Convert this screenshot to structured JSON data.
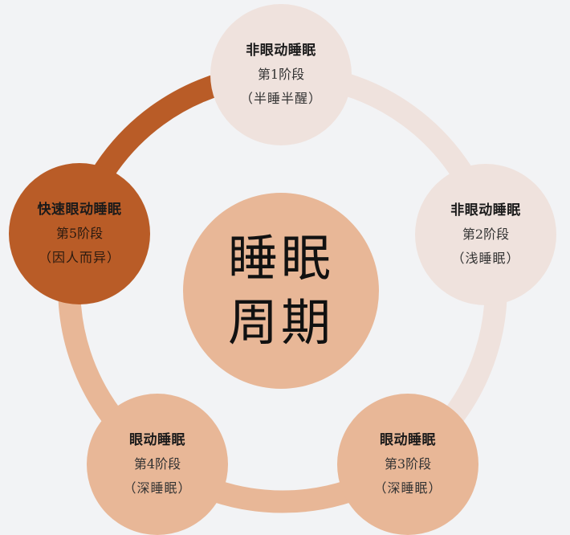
{
  "title": {
    "line1": "睡眠",
    "line2": "周期"
  },
  "colors": {
    "background": "#f2f3f5",
    "light": "#efe2dd",
    "peach": "#e8b797",
    "rust": "#b95c27"
  },
  "stages": [
    {
      "type": "非眼动睡眠",
      "stage": "第1阶段",
      "desc": "（半睡半醒）",
      "color": "#efe2dd"
    },
    {
      "type": "非眼动睡眠",
      "stage": "第2阶段",
      "desc": "（浅睡眠）",
      "color": "#efe2dd"
    },
    {
      "type": "眼动睡眠",
      "stage": "第3阶段",
      "desc": "（深睡眠）",
      "color": "#e8b797"
    },
    {
      "type": "眼动睡眠",
      "stage": "第4阶段",
      "desc": "（深睡眠）",
      "color": "#e8b797"
    },
    {
      "type": "快速眼动睡眠",
      "stage": "第5阶段",
      "desc": "（因人而异）",
      "color": "#b95c27"
    }
  ]
}
